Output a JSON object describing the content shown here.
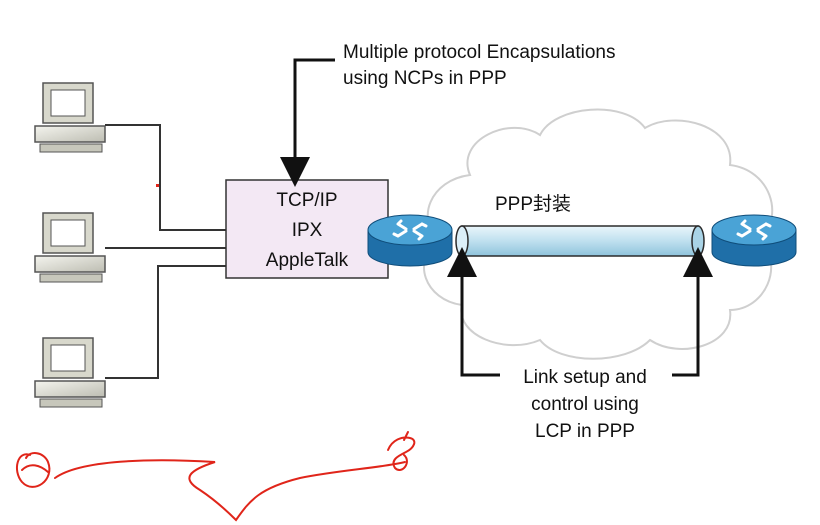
{
  "annotation_top": {
    "line1": "Multiple protocol Encapsulations",
    "line2": "using NCPs in PPP"
  },
  "protocol_box": {
    "line1": "TCP/IP",
    "line2": "IPX",
    "line3": "AppleTalk"
  },
  "cloud_label": "PPP封装",
  "annotation_bottom": {
    "line1": "Link setup and",
    "line2": "control using",
    "line3": "LCP in PPP"
  },
  "colors": {
    "router": "#1f6fa8",
    "router_top": "#4aa3d6",
    "tunnel": "#cfe8f3",
    "protocol_box_fill": "#f3e8f4",
    "cloud_stroke": "#cfcfcf",
    "handwriting": "#e0251a"
  },
  "icons": [
    "computer-icon",
    "router-icon",
    "cloud-icon",
    "tunnel-icon"
  ]
}
